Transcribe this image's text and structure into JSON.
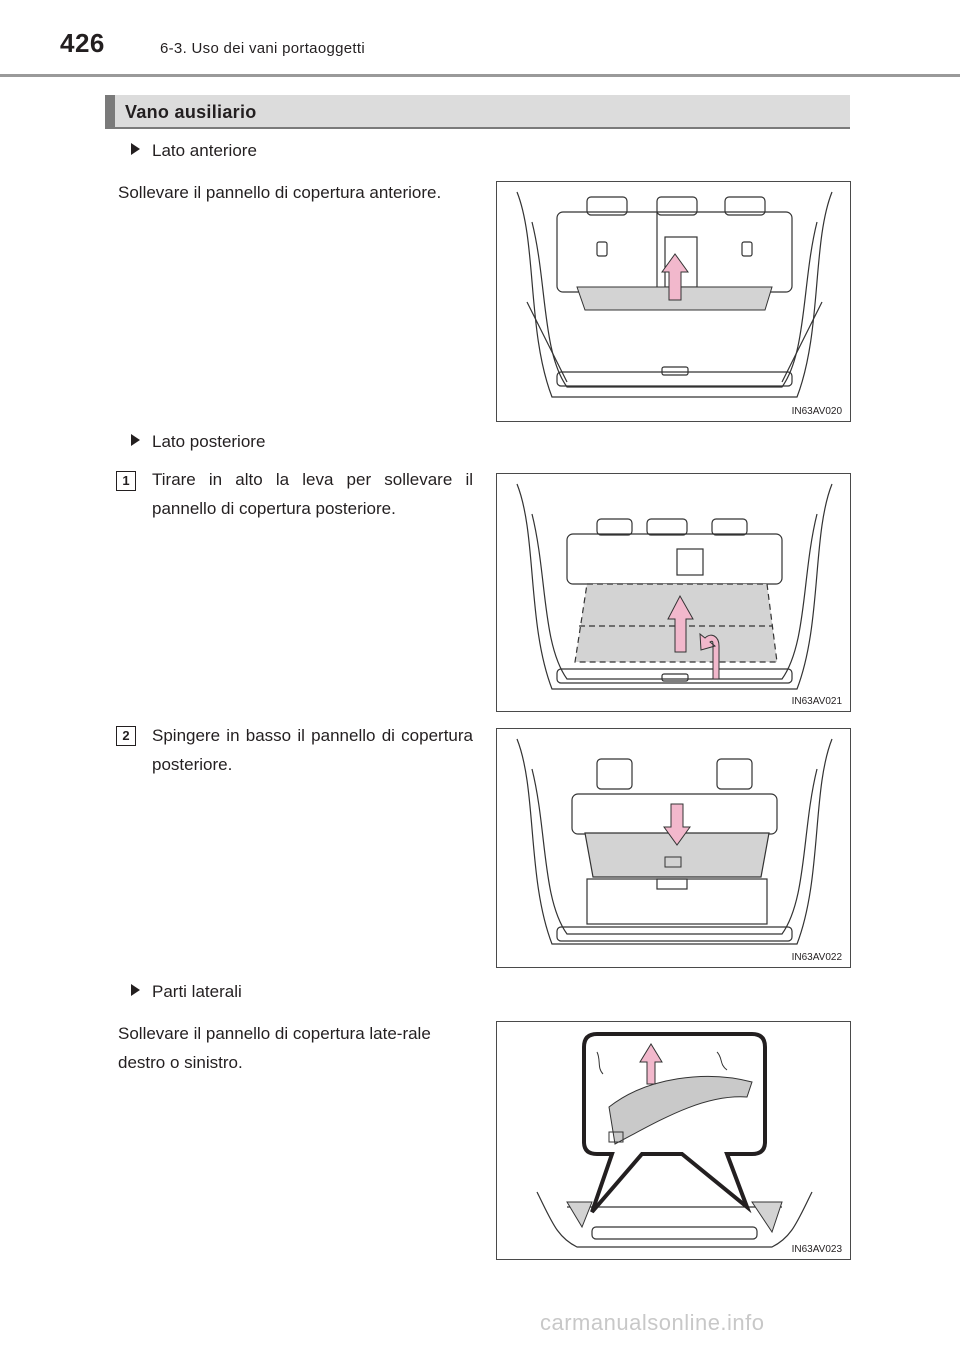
{
  "header": {
    "page_number": "426",
    "chapter": "6-3. Uso dei vani portaoggetti"
  },
  "section": {
    "title": "Vano ausiliario"
  },
  "front": {
    "subheading": "Lato anteriore",
    "text": "Sollevare il pannello di copertura anteriore.",
    "figure_code": "IN63AV020"
  },
  "rear": {
    "subheading": "Lato posteriore",
    "steps": [
      {
        "number": "1",
        "text": "Tirare in alto la leva per sollevare il pannello di copertura posteriore.",
        "figure_code": "IN63AV021"
      },
      {
        "number": "2",
        "text": "Spingere in basso il pannello di copertura posteriore.",
        "figure_code": "IN63AV022"
      }
    ]
  },
  "sides": {
    "subheading": "Parti laterali",
    "text": "Sollevare il pannello di copertura late-rale destro o sinistro.",
    "figure_code": "IN63AV023"
  },
  "watermark": "carmanualsonline.info",
  "colors": {
    "arrow_fill": "#f2b8cc",
    "panel_shade": "#d3d3d3",
    "section_bar": "#dcdcdc"
  }
}
